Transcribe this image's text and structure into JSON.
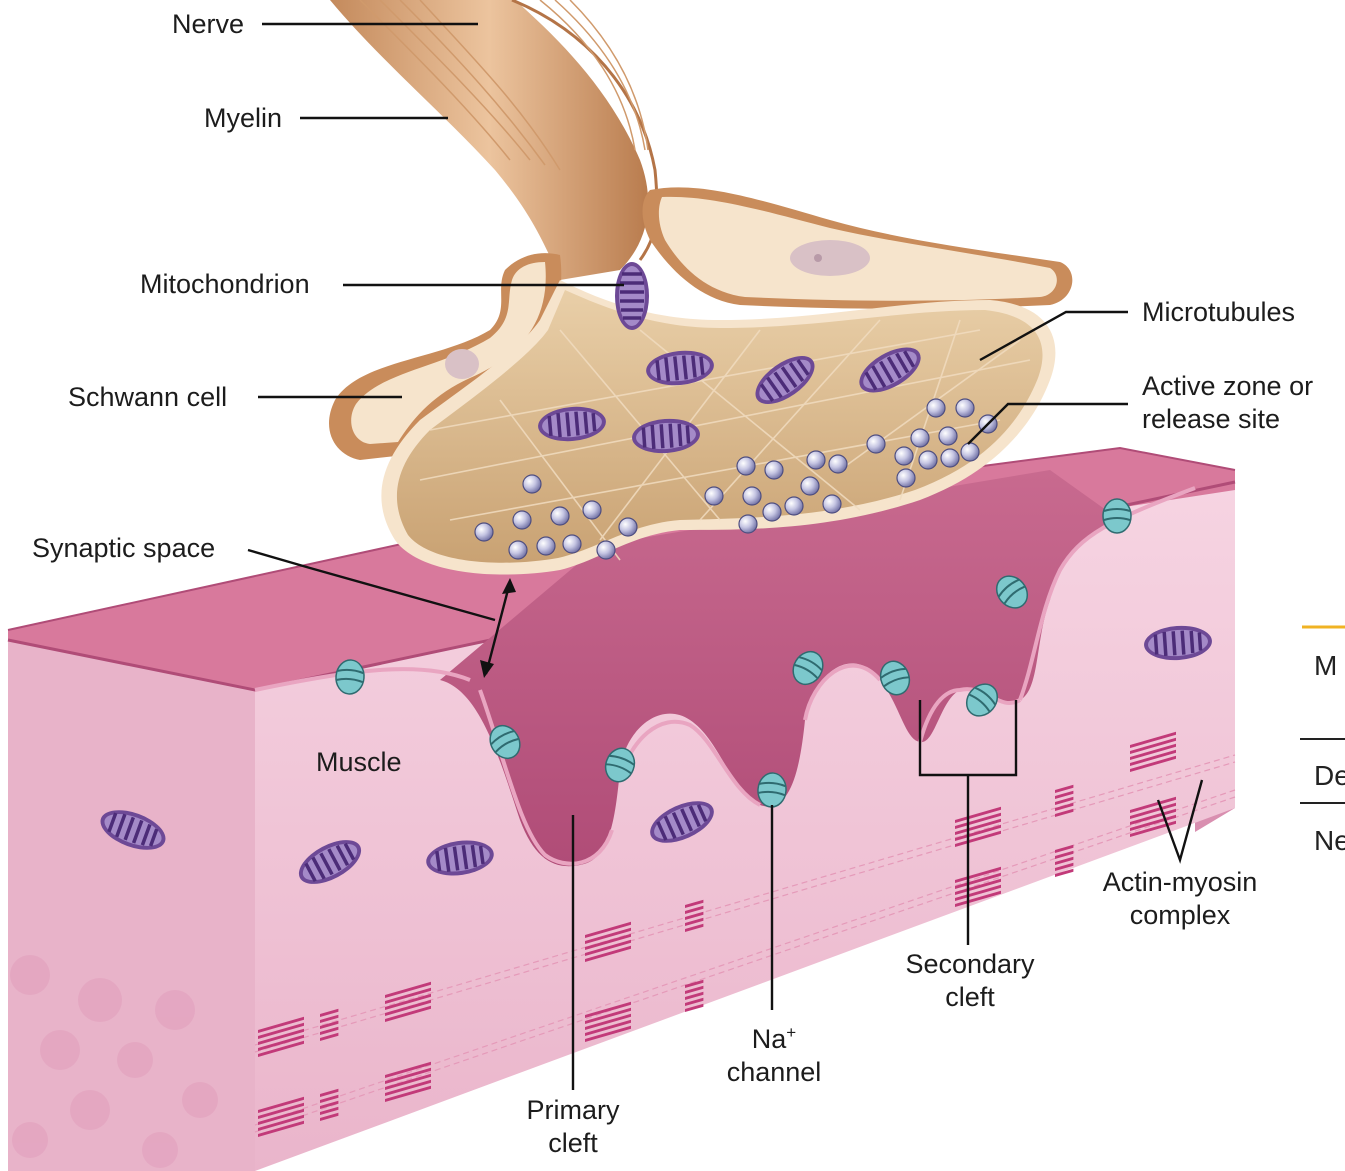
{
  "labels": {
    "nerve": "Nerve",
    "myelin": "Myelin",
    "mitochondrion": "Mitochondrion",
    "schwann_cell": "Schwann cell",
    "microtubules": "Microtubules",
    "active_zone_line1": "Active zone or",
    "active_zone_line2": "release site",
    "synaptic_space": "Synaptic space",
    "muscle": "Muscle",
    "actin_myosin_line1": "Actin-myosin",
    "actin_myosin_line2": "complex",
    "secondary_cleft_line1": "Secondary",
    "secondary_cleft_line2": "cleft",
    "na_channel_line1": "Na",
    "na_channel_sup": "+",
    "na_channel_line2": "channel",
    "primary_cleft_line1": "Primary",
    "primary_cleft_line2": "cleft"
  },
  "side_panel": {
    "row1": "M",
    "row2": "De",
    "row3": "Ne"
  },
  "colors": {
    "nerve": "#e2b48a",
    "terminal": "#dcb98f",
    "schwann": "#f3dfc4",
    "muscle_top": "#d9749a",
    "muscle_front": "#f1c6d8",
    "cleft": "#c45b84",
    "mitochondrion": "#7f5ba6",
    "vesicle": "#b5b5d6",
    "channel": "#8fd3d6",
    "accent_line": "#f0b323"
  }
}
